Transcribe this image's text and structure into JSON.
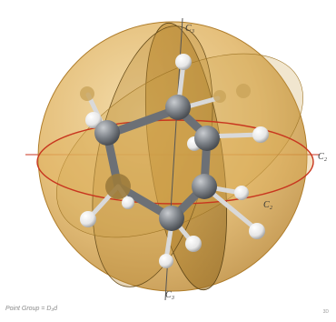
{
  "axes": {
    "top": "C₃",
    "bottom": "C₃",
    "right": "C₂",
    "inner": "C₂"
  },
  "caption": "Point Group = D₃d",
  "watermark": "3D",
  "colors": {
    "sphere": "#d4a24a",
    "plane": "#c79230",
    "equator_ring": "#c8361f",
    "carbon": "#7d8288",
    "hydrogen": "#f2f2f2",
    "axis": "#555555"
  }
}
